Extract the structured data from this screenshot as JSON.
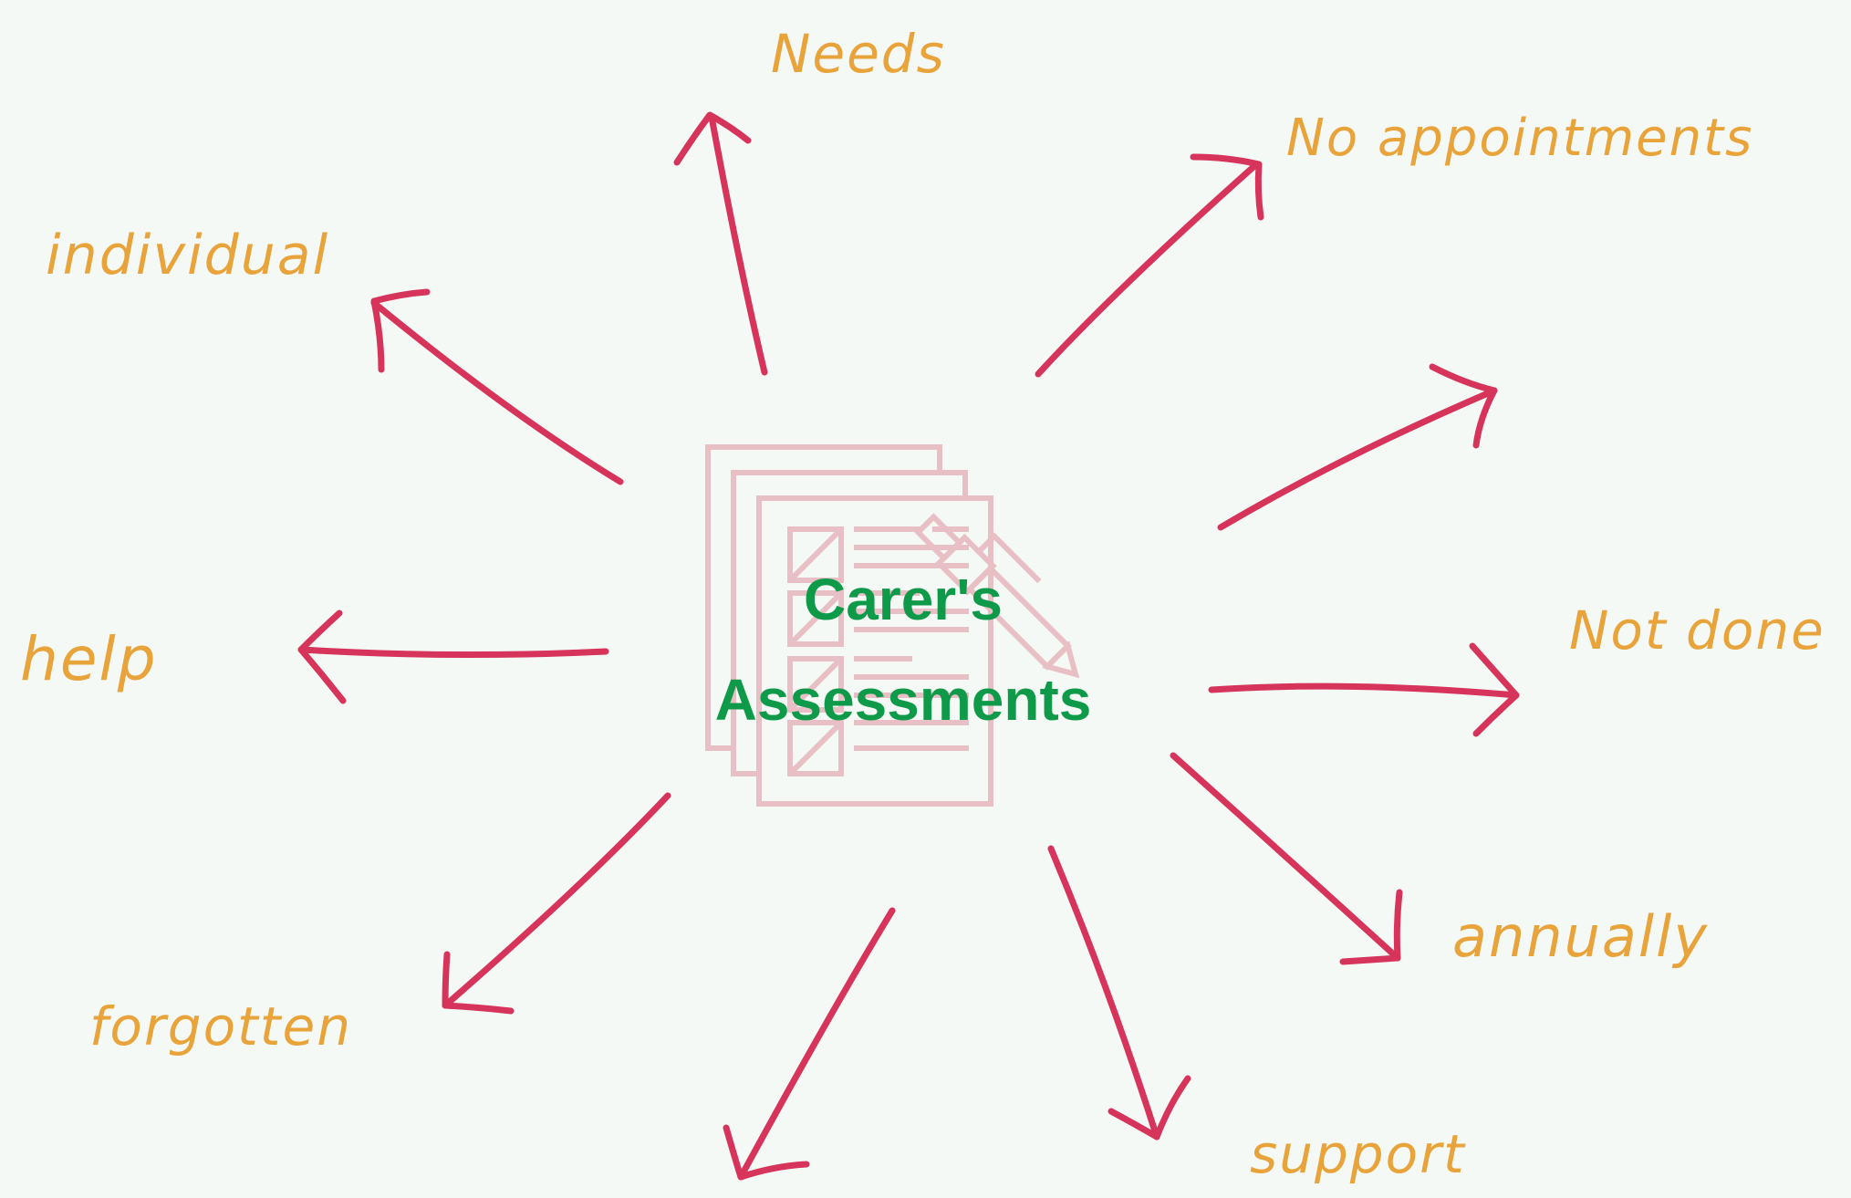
{
  "center": {
    "title_line1": "Carer's",
    "title_line2": "Assessments"
  },
  "keywords": [
    {
      "id": "needs",
      "text": "Needs"
    },
    {
      "id": "no-appointments",
      "text": "No appointments"
    },
    {
      "id": "individual",
      "text": "individual"
    },
    {
      "id": "help",
      "text": "help"
    },
    {
      "id": "not-done",
      "text": "Not done"
    },
    {
      "id": "forgotten",
      "text": "forgotten"
    },
    {
      "id": "annually",
      "text": "annually"
    },
    {
      "id": "support",
      "text": "support"
    }
  ],
  "colors": {
    "background": "#f5f9f5",
    "arrow": "#d6345a",
    "keyword": "#e8a33a",
    "title": "#0f9a4a",
    "icon": "#e9bfc6"
  },
  "icons": {
    "center": "checklist-documents-with-pen-icon"
  }
}
